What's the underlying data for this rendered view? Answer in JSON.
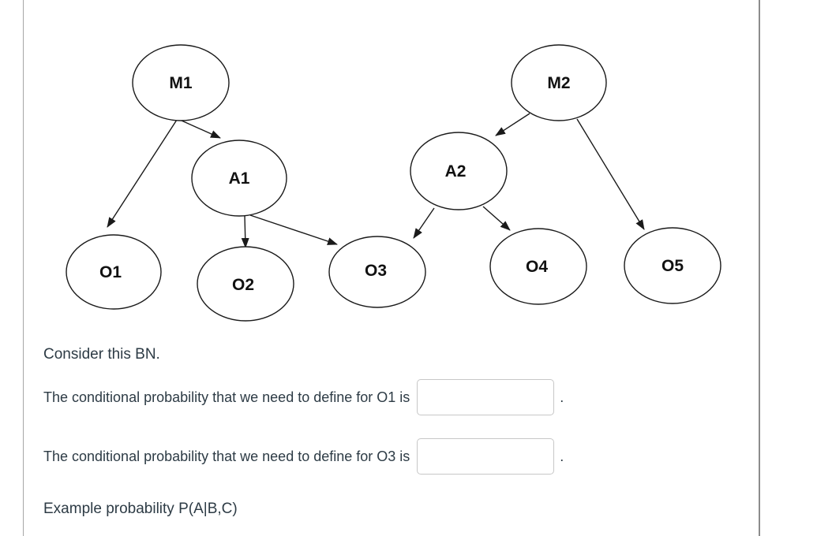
{
  "diagram": {
    "nodes": [
      {
        "id": "M1",
        "label": "M1"
      },
      {
        "id": "M2",
        "label": "M2"
      },
      {
        "id": "A1",
        "label": "A1"
      },
      {
        "id": "A2",
        "label": "A2"
      },
      {
        "id": "O1",
        "label": "O1"
      },
      {
        "id": "O2",
        "label": "O2"
      },
      {
        "id": "O3",
        "label": "O3"
      },
      {
        "id": "O4",
        "label": "O4"
      },
      {
        "id": "O5",
        "label": "O5"
      }
    ],
    "edges": [
      {
        "from": "M1",
        "to": "O1"
      },
      {
        "from": "M1",
        "to": "A1"
      },
      {
        "from": "A1",
        "to": "O2"
      },
      {
        "from": "A1",
        "to": "O3"
      },
      {
        "from": "A2",
        "to": "O3"
      },
      {
        "from": "A2",
        "to": "O4"
      },
      {
        "from": "M2",
        "to": "A2"
      },
      {
        "from": "M2",
        "to": "O5"
      }
    ]
  },
  "body": {
    "consider_text": "Consider this BN.",
    "questions": [
      {
        "prefix": "The conditional probability that we need to define for O1 is",
        "input_value": "",
        "suffix": "."
      },
      {
        "prefix": "The conditional probability that we need to define for O3 is",
        "input_value": "",
        "suffix": "."
      }
    ],
    "example_text": "Example probability P(A|B,C)"
  },
  "colors": {
    "node_stroke": "#1a1a1a",
    "node_fill": "#ffffff",
    "node_label": "#111111",
    "body_text": "#2d3b45",
    "input_border": "#c7c7c7",
    "left_divider": "#a6a6a6",
    "right_divider": "#8c8c8c"
  }
}
